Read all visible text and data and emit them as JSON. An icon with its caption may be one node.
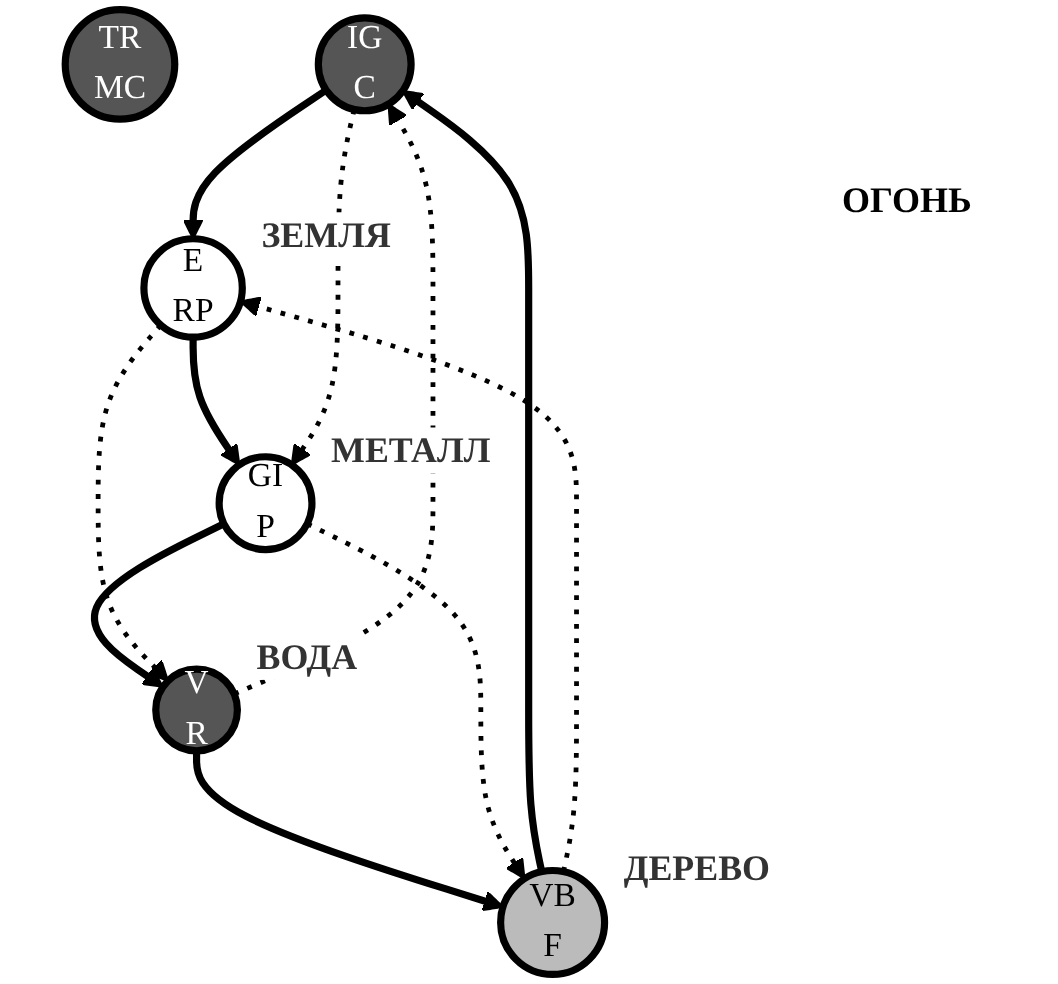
{
  "diagram": {
    "nodes": [
      {
        "text": [
          "TR",
          "MC"
        ]
      },
      {
        "text": [
          "IG",
          "C"
        ]
      },
      {
        "text": [
          "VB",
          "F"
        ],
        "beside": [
          "ДЕРЕВО"
        ]
      },
      {
        "text": [
          "E",
          "RP"
        ],
        "beside": [
          "ЗЕМЛЯ"
        ]
      },
      {
        "text": [
          "V",
          "R"
        ],
        "beside": [
          "ВОДА"
        ]
      },
      {
        "text": [
          "GI",
          "P"
        ],
        "beside": [
          "МЕТАЛЛ"
        ]
      }
    ],
    "edges": [
      {
        "from": 1,
        "to": 3,
        "arrow": "to"
      },
      {
        "from": 3,
        "to": 5,
        "arrow": "to"
      },
      {
        "from": 5,
        "to": 4,
        "arrow": "to"
      },
      {
        "from": 4,
        "to": 2,
        "arrow": "to"
      },
      {
        "from": 2,
        "to": 1,
        "arrow": "to"
      },
      {
        "from": 2,
        "to": 3,
        "arrow": "to",
        "style": "dashed"
      },
      {
        "from": 3,
        "to": 4,
        "arrow": "to",
        "style": "dashed"
      },
      {
        "from": 4,
        "to": 1,
        "arrow": "to",
        "style": "dashed"
      },
      {
        "from": 1,
        "to": 5,
        "arrow": "to",
        "style": "dashed"
      },
      {
        "from": 5,
        "to": 2,
        "arrow": "to",
        "style": "dashed"
      }
    ],
    "labels": [
      "ОГОНЬ"
    ]
  }
}
